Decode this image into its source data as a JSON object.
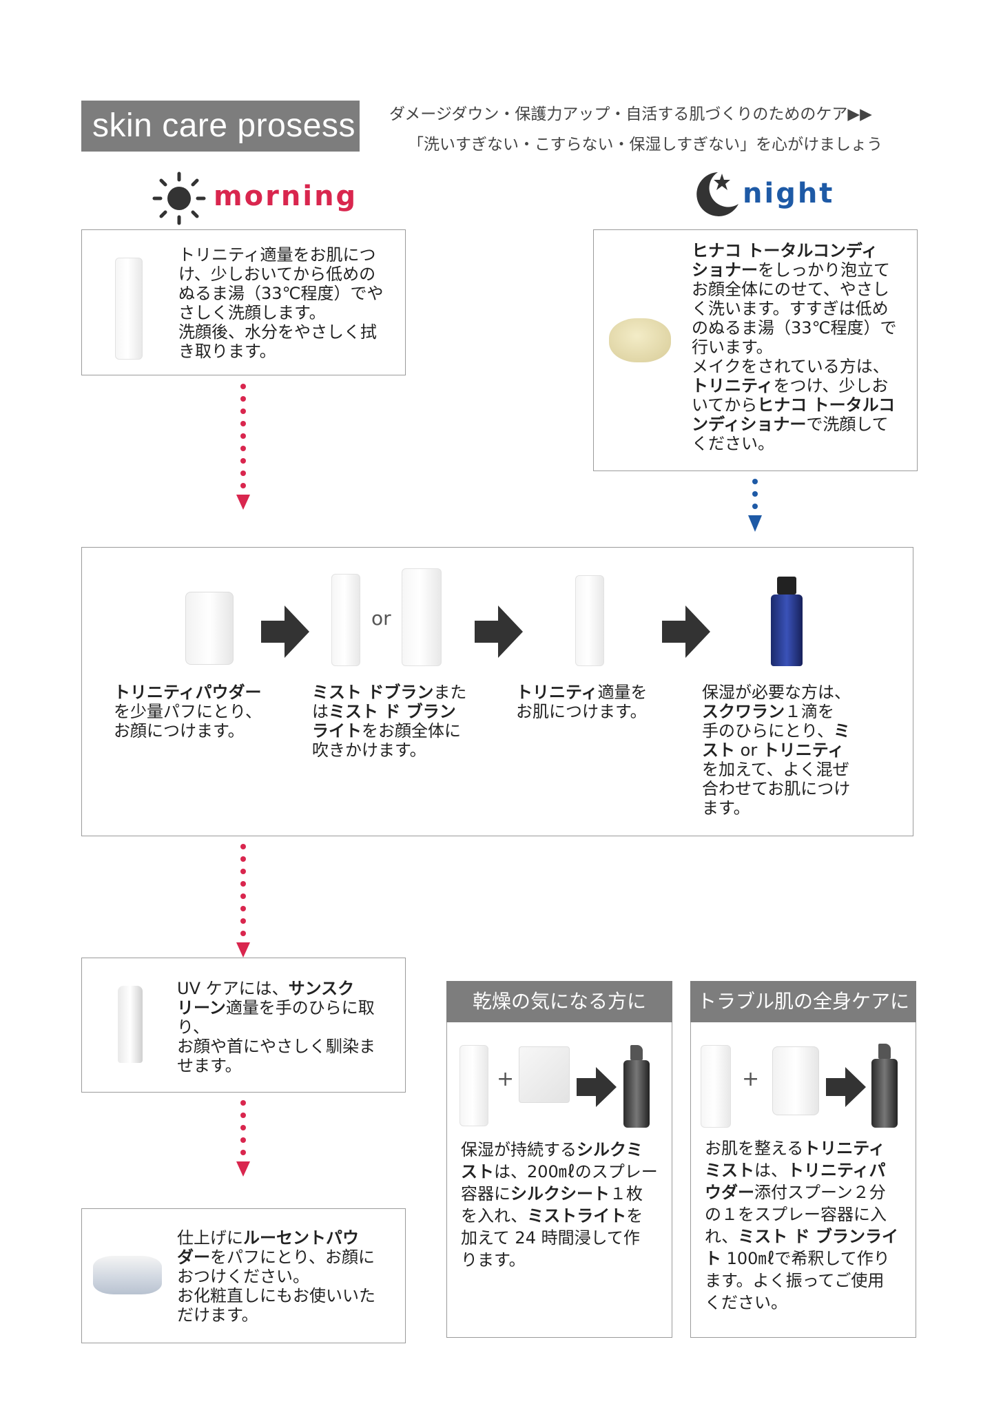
{
  "header": {
    "title": "skin care prosess",
    "tagline1": "ダメージダウン・保護力アップ・自活する肌づくりのためのケア▶▶",
    "tagline2": "「洗いすぎない・こすらない・保湿しすぎない」を心がけましょう"
  },
  "morning": {
    "label": "morning",
    "step1": [
      "トリニティ適量をお肌につ",
      "け、少しおいてから低めの",
      "ぬるま湯（33℃程度）でや",
      "さしく洗顔します。",
      "洗顔後、水分をやさしく拭",
      "き取ります。"
    ]
  },
  "night": {
    "label": "night",
    "step1_lines": [
      {
        "b": "ヒナコ トータルコンディ",
        "n": ""
      },
      {
        "b": "ショナー",
        "n": "をしっかり泡立て"
      },
      {
        "b": "",
        "n": "お顔全体にのせて、やさし"
      },
      {
        "b": "",
        "n": "く洗います。すすぎは低め"
      },
      {
        "b": "",
        "n": "のぬるま湯（33℃程度）で"
      },
      {
        "b": "",
        "n": "行います。"
      },
      {
        "b": "",
        "n": "メイクをされている方は、"
      },
      {
        "b": "トリニティ",
        "n": "をつけ、少しお"
      },
      {
        "b": "",
        "n": "いてから"
      },
      {
        "b": "ンディショナー",
        "n": "で洗顔して"
      },
      {
        "b": "",
        "n": "ください。"
      }
    ],
    "hinako_inline": "ヒナコ トータルコ"
  },
  "middle": {
    "or": "or",
    "col1": {
      "bold": "トリニティパウダー",
      "lines": [
        "を少量パフにとり、",
        "お顔につけます。"
      ]
    },
    "col2": {
      "l1b": "ミスト ドブラン",
      "l1n": "また",
      "l2n": "は",
      "l2b": "ミスト ド ブラン",
      "l3b": "ライト",
      "l3n": "をお顔全体に",
      "l4n": "吹きかけます。"
    },
    "col3": {
      "l1b": "トリニティ",
      "l1n": "適量を",
      "l2n": "お肌につけます。"
    },
    "col4": {
      "l1": "保湿が必要な方は、",
      "l2b": "スクワラン",
      "l2n": "１滴を",
      "l3": "手のひらにとり、",
      "l3b": "ミ",
      "l4b": "スト",
      "l4n": " or ",
      "l4b2": "トリニティ",
      "l5": "を加えて、よく混ぜ",
      "l6": "合わせてお肌につけ",
      "l7": "ます。"
    }
  },
  "uv": {
    "l1n": "UV ケアには、",
    "l1b": "サンスク",
    "l2b": "リーン",
    "l2n": "適量を手のひらに取",
    "l3": "り、",
    "l4": "お顔や首にやさしく馴染ま",
    "l5": "せます。"
  },
  "finish": {
    "l1n": "仕上げに",
    "l1b": "ルーセントパウ",
    "l2b": "ダー",
    "l2n": "をパフにとり、お顔に",
    "l3": "おつけください。",
    "l4": "お化粧直しにもお使いいた",
    "l5": "だけます。"
  },
  "dry": {
    "heading": "乾燥の気になる方に",
    "lines": [
      {
        "n": "保湿が持続する",
        "b": "シルクミ"
      },
      {
        "b": "スト",
        "n": "は、200㎖のスプレー"
      },
      {
        "n": "容器に",
        "b": "シルクシート",
        "n2": "１枚"
      },
      {
        "n": "を入れ、",
        "b": "ミストライト",
        "n2": "を"
      },
      {
        "n": "加えて 24 時間浸して作"
      },
      {
        "n": "ります。"
      }
    ]
  },
  "trouble": {
    "heading": "トラブル肌の全身ケアに",
    "lines": [
      {
        "n": "お肌を整える",
        "b": "トリニティ"
      },
      {
        "b": "ミスト",
        "n": "は、",
        "b2": "トリニティパ"
      },
      {
        "b": "ウダー",
        "n": "添付スプーン２分"
      },
      {
        "n": "の１をスプレー容器に入"
      },
      {
        "n": "れ、",
        "b": "ミスト ド ブランライ"
      },
      {
        "b": "ト",
        "n": " 100㎖で希釈して作り"
      },
      {
        "n": "ます。よく振ってご使用"
      },
      {
        "n": "ください。"
      }
    ]
  },
  "symbols": {
    "plus": "+"
  },
  "colors": {
    "morning": "#d9264e",
    "night": "#1e5aa6",
    "gray": "#7d7d7d",
    "arrow": "#333333"
  }
}
